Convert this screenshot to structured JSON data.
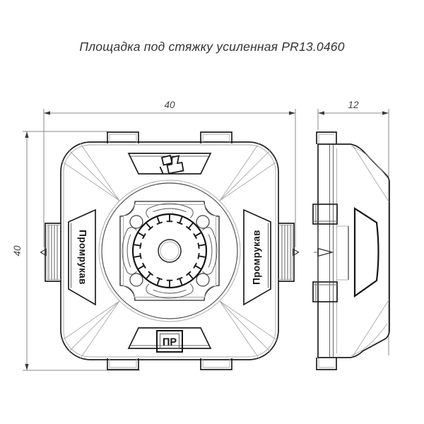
{
  "title": "Площадка под стяжку усиленная PR13.0460",
  "dimensions": {
    "front_width": "40",
    "front_height": "40",
    "side_depth": "12"
  },
  "branding": {
    "left_plate_text": "Промрукав",
    "right_plate_text": "Промрукав",
    "bottom_logo_text": "ПР",
    "top_logo": "promrukav-logomark"
  },
  "colors": {
    "background": "#ffffff",
    "outline_dark": "#1f1f1f",
    "outline_heavy": "#161616",
    "line_medium": "#6a6a6a",
    "line_light": "#a8a8a8",
    "dimension_line": "#8a8a8a",
    "text": "#333333"
  }
}
